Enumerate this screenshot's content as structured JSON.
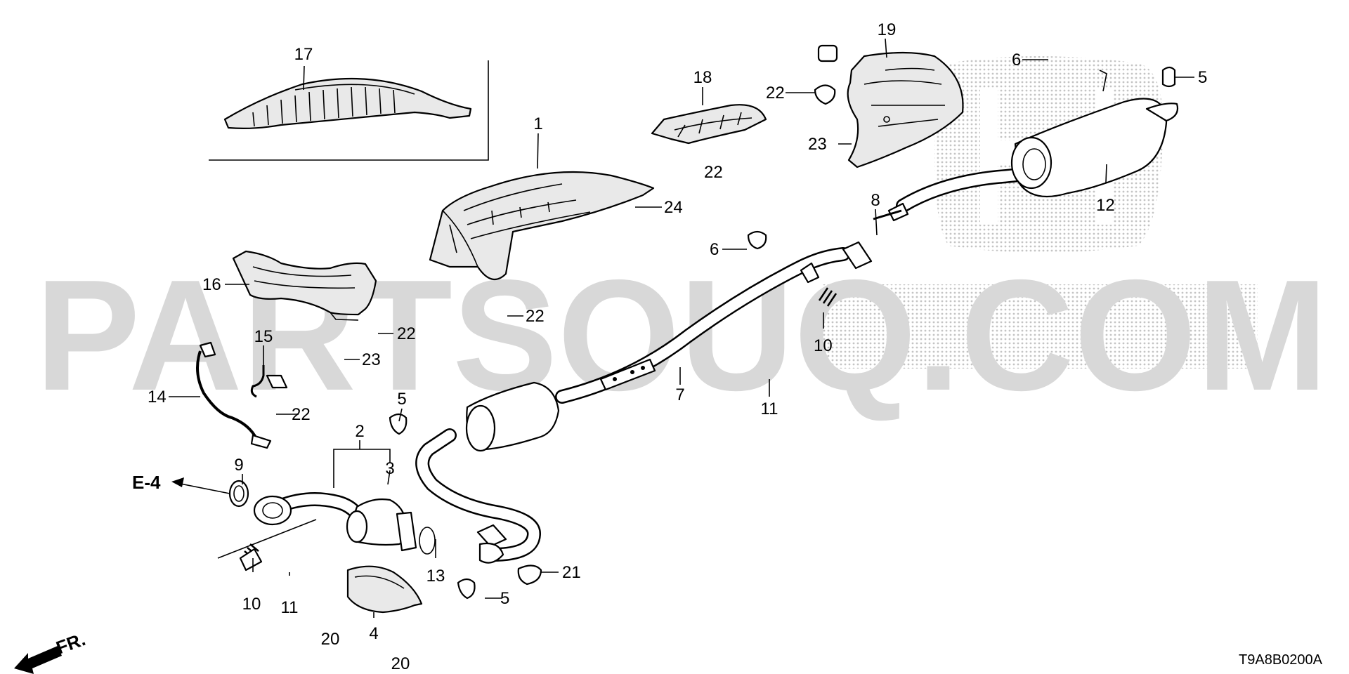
{
  "watermark": "PARTSOUQ.COM",
  "diagram_code": "T9A8B0200A",
  "reference_label": "E-4",
  "direction_label": "FR.",
  "callouts": [
    {
      "id": "c17",
      "text": "17"
    },
    {
      "id": "c18",
      "text": "18"
    },
    {
      "id": "c19",
      "text": "19"
    },
    {
      "id": "c1",
      "text": "1"
    },
    {
      "id": "c22a",
      "text": "22"
    },
    {
      "id": "c22b",
      "text": "22"
    },
    {
      "id": "c23a",
      "text": "23"
    },
    {
      "id": "c6a",
      "text": "6"
    },
    {
      "id": "c5a",
      "text": "5"
    },
    {
      "id": "c12",
      "text": "12"
    },
    {
      "id": "c8",
      "text": "8"
    },
    {
      "id": "c24",
      "text": "24"
    },
    {
      "id": "c6b",
      "text": "6"
    },
    {
      "id": "c16",
      "text": "16"
    },
    {
      "id": "c22c",
      "text": "22"
    },
    {
      "id": "c22d",
      "text": "22"
    },
    {
      "id": "c10a",
      "text": "10"
    },
    {
      "id": "c15",
      "text": "15"
    },
    {
      "id": "c23b",
      "text": "23"
    },
    {
      "id": "c7",
      "text": "7"
    },
    {
      "id": "c11a",
      "text": "11"
    },
    {
      "id": "c14",
      "text": "14"
    },
    {
      "id": "c22e",
      "text": "22"
    },
    {
      "id": "c5b",
      "text": "5"
    },
    {
      "id": "c2",
      "text": "2"
    },
    {
      "id": "c9",
      "text": "9"
    },
    {
      "id": "c3",
      "text": "3"
    },
    {
      "id": "c13",
      "text": "13"
    },
    {
      "id": "c21",
      "text": "21"
    },
    {
      "id": "c5c",
      "text": "5"
    },
    {
      "id": "c10b",
      "text": "10"
    },
    {
      "id": "c11b",
      "text": "11"
    },
    {
      "id": "c4",
      "text": "4"
    },
    {
      "id": "c20a",
      "text": "20"
    },
    {
      "id": "c20b",
      "text": "20"
    }
  ]
}
